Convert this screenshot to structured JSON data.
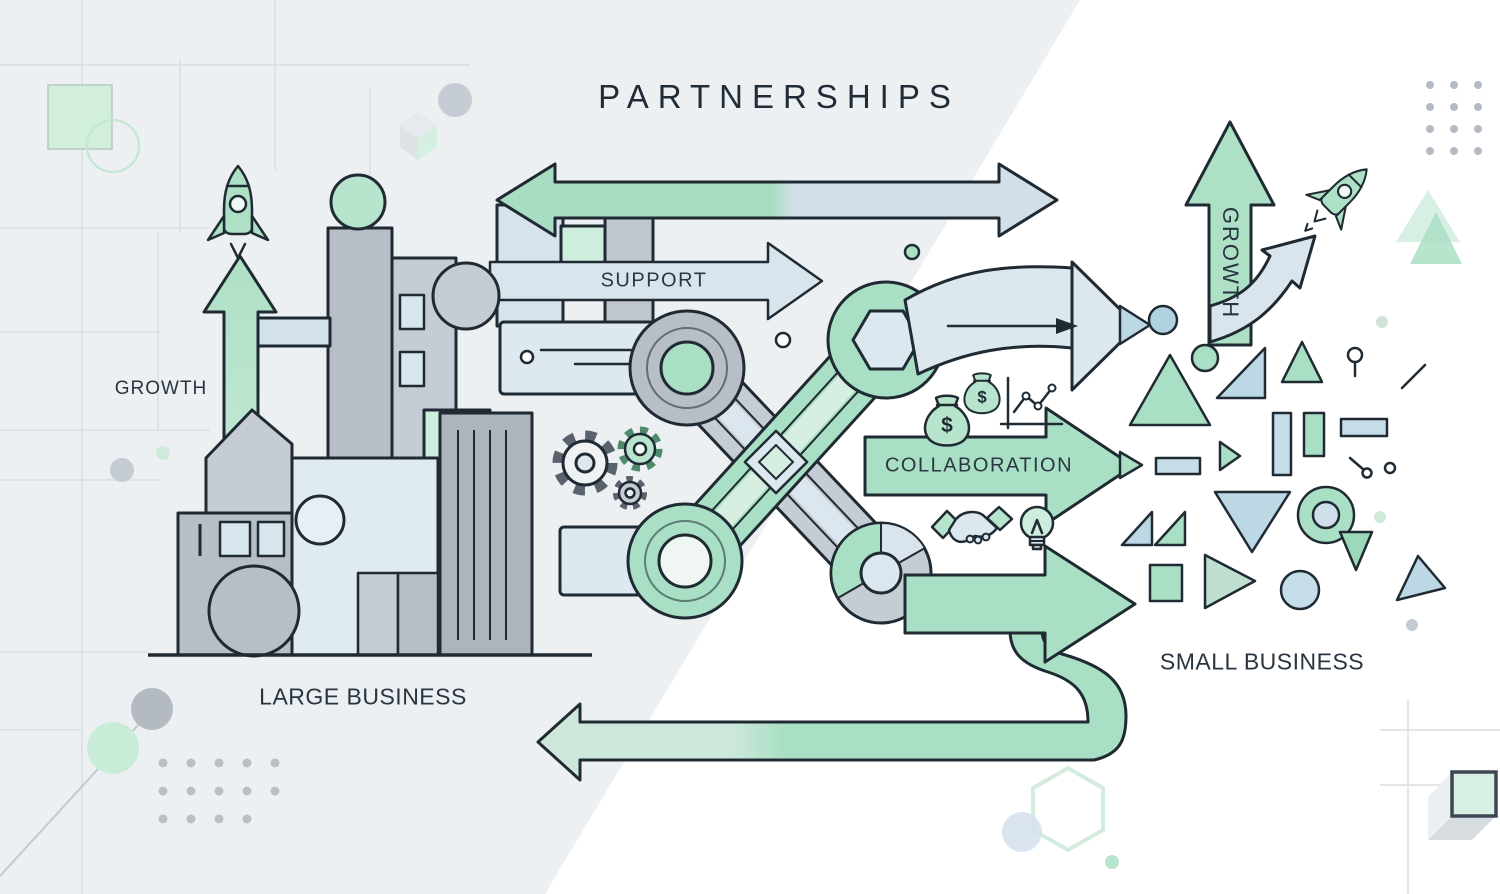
{
  "title": "PARTNERSHIPS",
  "labels": {
    "growth_left": "GROWTH",
    "support": "SUPPORT",
    "collaboration": "COLLABORATION",
    "growth_right": "GROWTH",
    "large_business": "LARGE BUSINESS",
    "small_business": "SMALL BUSINESS"
  },
  "icons": {
    "dollar": "$",
    "names": [
      "rocket-icon",
      "gear-icon",
      "money-bag-icon",
      "line-chart-icon",
      "handshake-icon",
      "lightbulb-icon",
      "cube-icon",
      "hexagon-icon",
      "building-shapes",
      "geometric-shapes"
    ]
  },
  "colors": {
    "background": "#edf0f3",
    "background_white": "#ffffff",
    "outline": "#1f2a33",
    "green": "#a9dfc4",
    "light_green": "#cdeedd",
    "blue": "#d9e4ec",
    "medium_blue": "#bcd8e4",
    "gray": "#c3cad1",
    "text": "#28343f"
  }
}
